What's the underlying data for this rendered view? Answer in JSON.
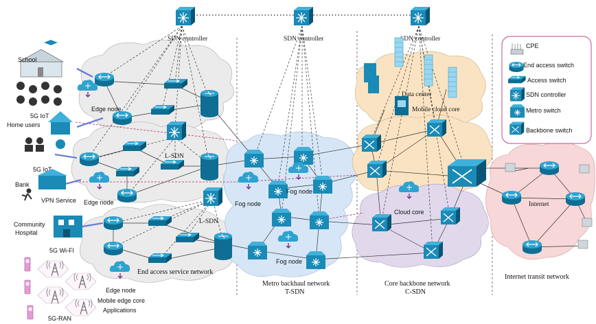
{
  "controllers": {
    "left": "SDN controller",
    "mid": "SDN controller",
    "right": "SDN controller"
  },
  "access": {
    "school": "School",
    "iot1": "5G IoT",
    "home": "Home users",
    "iot2": "5G IoT",
    "bank": "Bank",
    "vpn": "VPN Service",
    "community": "Community",
    "hospital": "Hospital",
    "wifi": "5G Wi-FI",
    "ran": "5G-RAN"
  },
  "nodes": {
    "edge_node_1": "Edge node",
    "edge_node_2": "Edge node",
    "edge_node_3": "Edge node",
    "lsdn_1": "L-SDN",
    "lsdn_2": "L-SDN",
    "fog_1": "Fog node",
    "fog_2": "Fog node",
    "fog_3": "Fog node",
    "data_center": "Data center",
    "mobile_cloud_core": "Mobile cloud core",
    "cloud_core": "Cloud core",
    "internet": "Internet",
    "mobile_edge_core": "Mobile edge core",
    "applications": "Applications"
  },
  "sections": {
    "end_access": "End access service network",
    "metro_1": "Metro backhaul network",
    "metro_2": "T-SDN",
    "core_1": "Core backbone network",
    "core_2": "C-SDN",
    "internet": "Internet transit network"
  },
  "legend": {
    "items": [
      {
        "label": "CPE",
        "icon": "cpe-icon"
      },
      {
        "label": "End access switch",
        "icon": "router-icon"
      },
      {
        "label": "Access switch",
        "icon": "access-switch-icon"
      },
      {
        "label": "SDN controller",
        "icon": "sdn-controller-icon"
      },
      {
        "label": "Metro switch",
        "icon": "metro-switch-icon"
      },
      {
        "label": "Backbone switch",
        "icon": "backbone-switch-icon"
      }
    ]
  },
  "colors": {
    "device_blue": "#1a8ab6",
    "cloud_gray": "#ebebeb",
    "cloud_blue": "#d7e6f7",
    "cloud_orange": "#fae3c2",
    "cloud_purple": "#e2d8ec",
    "cloud_pink": "#f7d7d7",
    "legend_border": "#c0488c",
    "dashed_red": "#b0306a",
    "phone_pink": "#e59ad6"
  }
}
